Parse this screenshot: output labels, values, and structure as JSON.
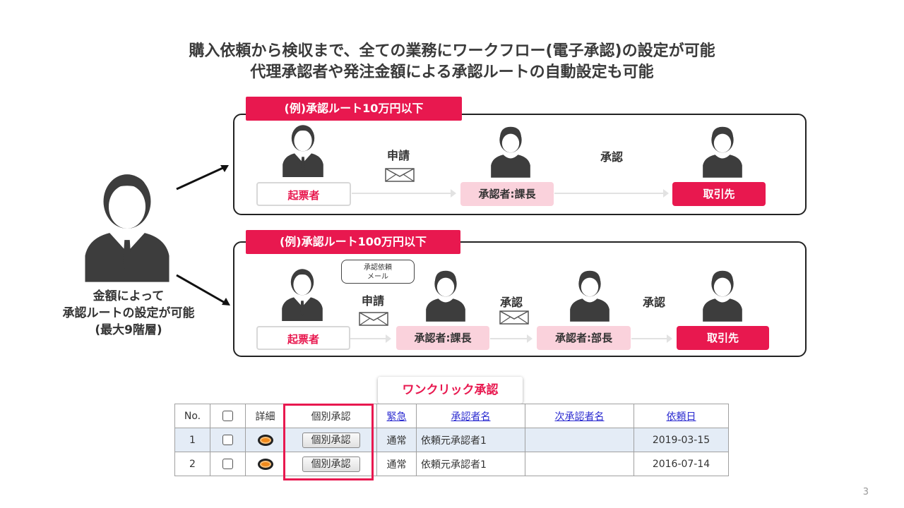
{
  "header": {
    "line1": "購入依頼から検収まで、全ての業務にワークフロー(電子承認)の設定が可能",
    "line2": "代理承認者や発注金額による承認ルートの自動設定も可能"
  },
  "left_caption": {
    "line1": "金額によって",
    "line2": "承認ルートの設定が可能",
    "line3": "(最大9階層)"
  },
  "route1": {
    "tag": "(例)承認ルート10万円以下",
    "apply_label": "申請",
    "approve_label": "承認",
    "roles": [
      "起票者",
      "承認者:課長",
      "取引先"
    ]
  },
  "route2": {
    "tag": "(例)承認ルート100万円以下",
    "bubble_line1": "承認依頼",
    "bubble_line2": "メール",
    "apply_label": "申請",
    "approve_label_1": "承認",
    "approve_label_2": "承認",
    "roles": [
      "起票者",
      "承認者:課長",
      "承認者:部長",
      "取引先"
    ]
  },
  "callout": {
    "label": "ワンクリック承認"
  },
  "table": {
    "headers": [
      "No.",
      "",
      "詳細",
      "個別承認",
      "緊急",
      "承認者名",
      "次承認者名",
      "依頼日"
    ],
    "rows": [
      {
        "no": "1",
        "button": "個別承認",
        "urgency": "通常",
        "approver": "依頼元承認者1",
        "next_approver": "",
        "date": "2019-03-15"
      },
      {
        "no": "2",
        "button": "個別承認",
        "urgency": "通常",
        "approver": "依頼元承認者1",
        "next_approver": "",
        "date": "2016-07-14"
      }
    ]
  },
  "colors": {
    "accent": "#e8184f",
    "accent_light": "#fad2dc",
    "link": "#2a2ad0"
  },
  "page_number": "3"
}
